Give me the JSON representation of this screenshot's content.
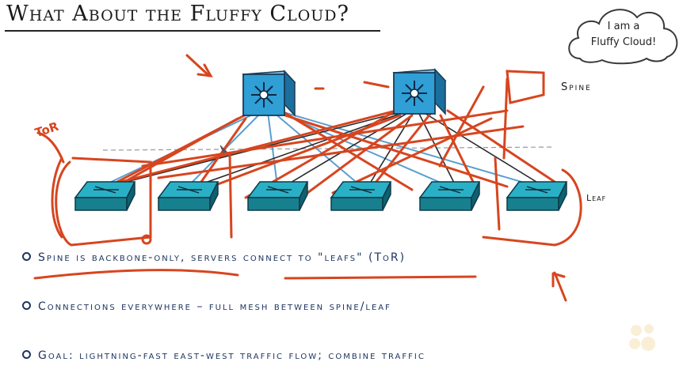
{
  "title": "What About the Fluffy Cloud?",
  "cloud": {
    "line1": "I am a",
    "line2": "Fluffy Cloud!"
  },
  "labels": {
    "spine": "Spine",
    "leaf": "Leaf",
    "tor": "ToR"
  },
  "bullets": [
    "Spine is backbone-only, servers connect to \"leafs\" (ToR)",
    "Connections everywhere – full mesh between spine/leaf",
    "Goal: lightning-fast east-west traffic flow; combine traffic"
  ],
  "colors": {
    "spine_fill": "#2f9fd5",
    "leaf_fill": "#1e8fa8",
    "link_blue": "#5a9fd0",
    "link_dark": "#2a2a2a",
    "annotation_red": "#d7451f",
    "bullet_text": "#1f3560"
  }
}
